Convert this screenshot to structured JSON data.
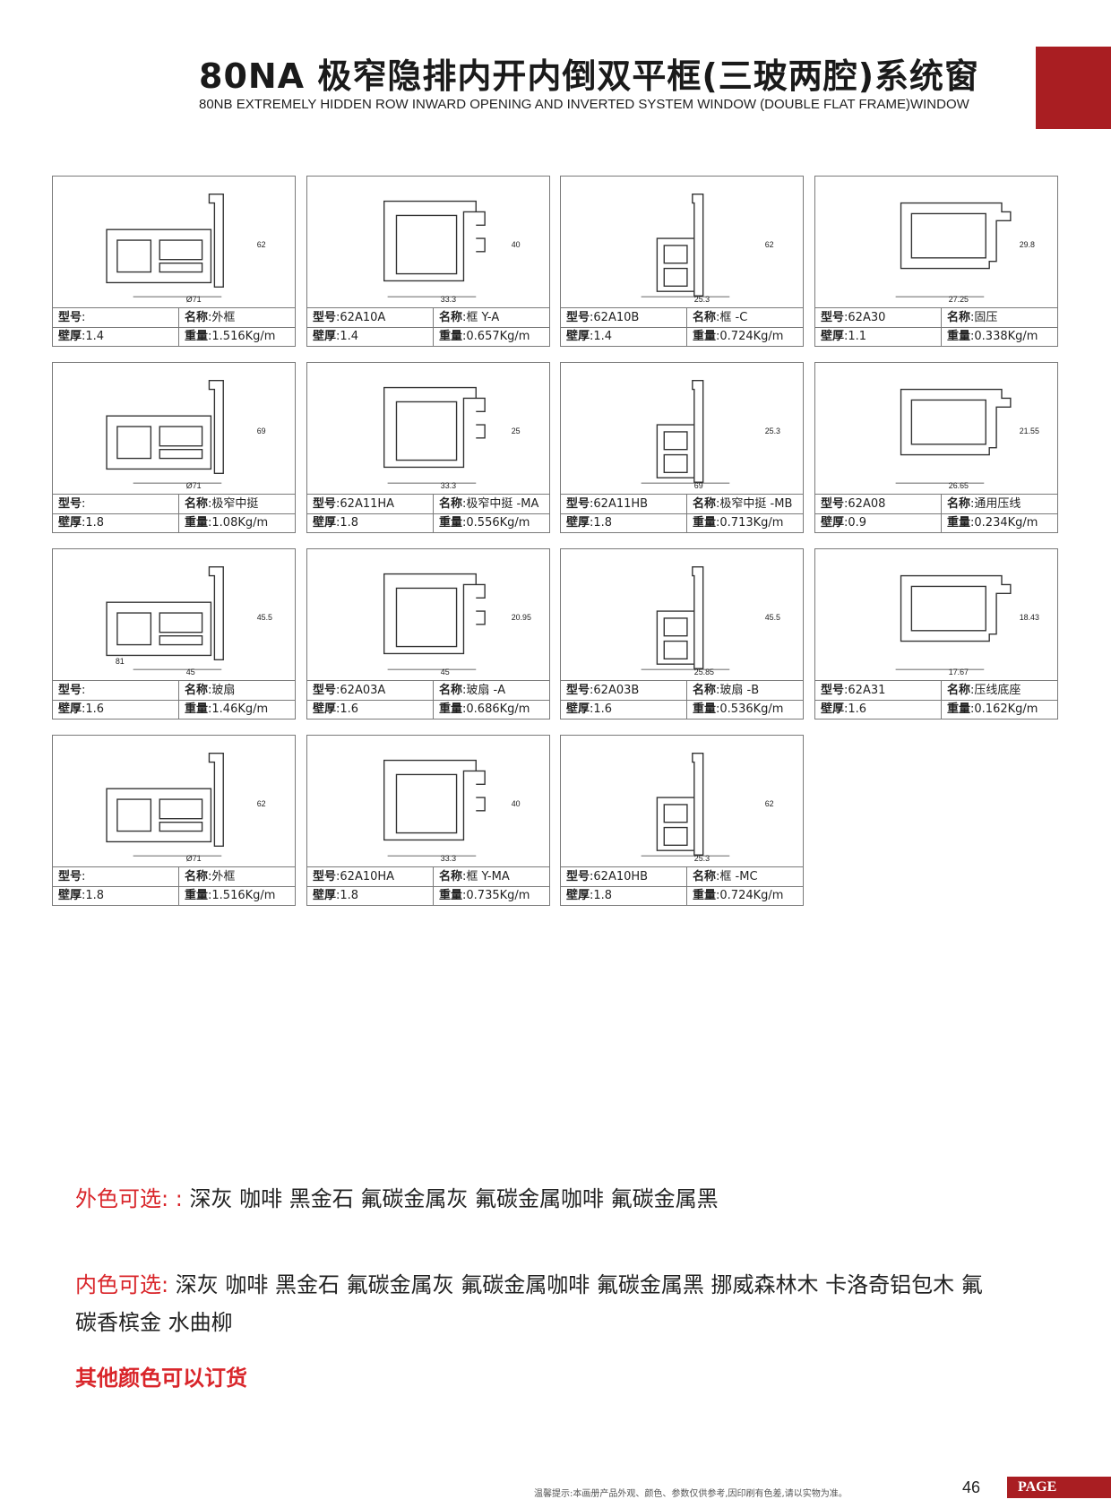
{
  "header": {
    "title": "80NA 极窄隐排内开内倒双平框(三玻两腔)系统窗",
    "subtitle": "80NB EXTREMELY HIDDEN ROW INWARD OPENING AND INVERTED SYSTEM WINDOW (DOUBLE FLAT FRAME)WINDOW"
  },
  "labels": {
    "model": "型号",
    "name": "名称",
    "thickness": "壁厚",
    "weight": "重量"
  },
  "profiles": [
    {
      "model": "",
      "name": "外框",
      "thickness": "1.4",
      "weight": "1.516Kg/m",
      "dims": [
        "62",
        "Ø71"
      ]
    },
    {
      "model": "62A10A",
      "name": "框 Y-A",
      "thickness": "1.4",
      "weight": "0.657Kg/m",
      "dims": [
        "40",
        "33.3"
      ]
    },
    {
      "model": "62A10B",
      "name": "框 -C",
      "thickness": "1.4",
      "weight": "0.724Kg/m",
      "dims": [
        "62",
        "25.3"
      ]
    },
    {
      "model": "62A30",
      "name": "固压",
      "thickness": "1.1",
      "weight": "0.338Kg/m",
      "dims": [
        "29.8",
        "27.25"
      ]
    },
    {
      "model": "",
      "name": "极窄中挺",
      "thickness": "1.8",
      "weight": "1.08Kg/m",
      "dims": [
        "69",
        "Ø71"
      ]
    },
    {
      "model": "62A11HA",
      "name": "极窄中挺 -MA",
      "thickness": "1.8",
      "weight": "0.556Kg/m",
      "dims": [
        "25",
        "33.3"
      ]
    },
    {
      "model": "62A11HB",
      "name": "极窄中挺 -MB",
      "thickness": "1.8",
      "weight": "0.713Kg/m",
      "dims": [
        "25.3",
        "69"
      ]
    },
    {
      "model": "62A08",
      "name": "通用压线",
      "thickness": "0.9",
      "weight": "0.234Kg/m",
      "dims": [
        "21.55",
        "26.65"
      ]
    },
    {
      "model": "",
      "name": "玻扇",
      "thickness": "1.6",
      "weight": "1.46Kg/m",
      "dims": [
        "45.5",
        "45",
        "81"
      ]
    },
    {
      "model": "62A03A",
      "name": "玻扇 -A",
      "thickness": "1.6",
      "weight": "0.686Kg/m",
      "dims": [
        "20.95",
        "45"
      ]
    },
    {
      "model": "62A03B",
      "name": "玻扇 -B",
      "thickness": "1.6",
      "weight": "0.536Kg/m",
      "dims": [
        "45.5",
        "25.85"
      ]
    },
    {
      "model": "62A31",
      "name": "压线底座",
      "thickness": "1.6",
      "weight": "0.162Kg/m",
      "dims": [
        "18.43",
        "17.67"
      ]
    },
    {
      "model": "",
      "name": "外框",
      "thickness": "1.8",
      "weight": "1.516Kg/m",
      "dims": [
        "62",
        "Ø71"
      ]
    },
    {
      "model": "62A10HA",
      "name": "框 Y-MA",
      "thickness": "1.8",
      "weight": "0.735Kg/m",
      "dims": [
        "40",
        "33.3"
      ]
    },
    {
      "model": "62A10HB",
      "name": "框 -MC",
      "thickness": "1.8",
      "weight": "0.724Kg/m",
      "dims": [
        "62",
        "25.3"
      ]
    }
  ],
  "colors": {
    "outer_label": "外色可选: :",
    "outer_values": "深灰 咖啡 黑金石 氟碳金属灰 氟碳金属咖啡 氟碳金属黑",
    "inner_label": "内色可选:",
    "inner_values_line1": "深灰 咖啡 黑金石 氟碳金属灰 氟碳金属咖啡 氟碳金属黑 挪威森林木 卡洛奇铝包木 氟",
    "inner_values_line2": "碳香槟金 水曲柳",
    "other": "其他颜色可以订货"
  },
  "footer": {
    "note": "温馨提示:本画册产品外观、颜色、参数仅供参考,因印刷有色差,请以实物为准。",
    "page": "46",
    "page_tag": "PAGE"
  },
  "theme": {
    "accent": "#a91e22",
    "text_red": "#d9252a"
  }
}
